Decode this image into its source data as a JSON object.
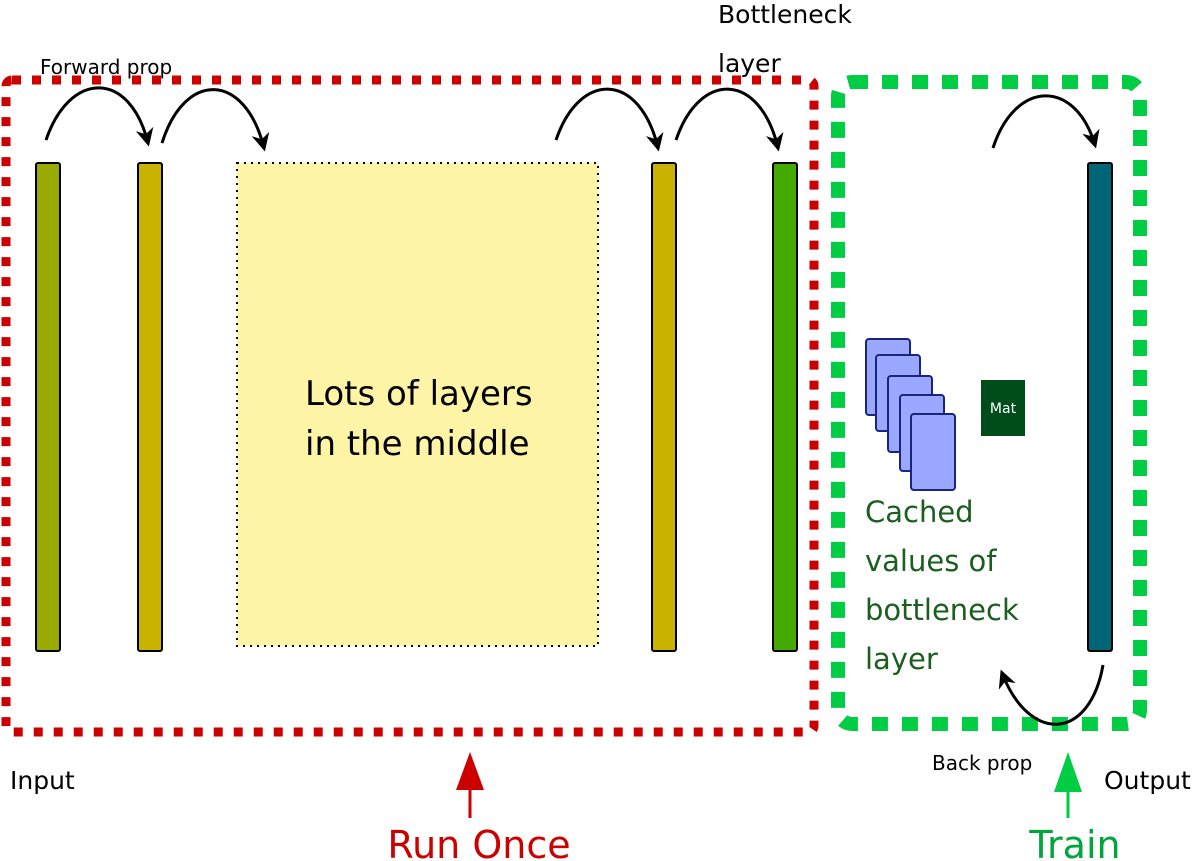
{
  "labels": {
    "forward_prop": "Forward prop",
    "bottleneck_line1": "Bottleneck",
    "bottleneck_line2": "layer",
    "middle_line1": "Lots of layers",
    "middle_line2": "in the middle",
    "cached_line1": "Cached",
    "cached_line2": "values of",
    "cached_line3": "bottleneck",
    "cached_line4": "layer",
    "mat": "Mat",
    "input": "Input",
    "output": "Output",
    "back_prop": "Back prop",
    "run_once": "Run Once",
    "train": "Train"
  },
  "colors": {
    "run_once_border": "#cc0000",
    "train_border": "#00cc44",
    "input_layer": "#99aa00",
    "hidden_layer": "#c8b400",
    "bottleneck_layer": "#44aa00",
    "output_layer": "#006677",
    "middle_box_fill": "#fdf4a6",
    "cache_card_fill": "#9aa8ff",
    "cache_card_stroke": "#1a237e",
    "mat_fill": "#004d1a",
    "cached_text": "#1b5e20"
  }
}
